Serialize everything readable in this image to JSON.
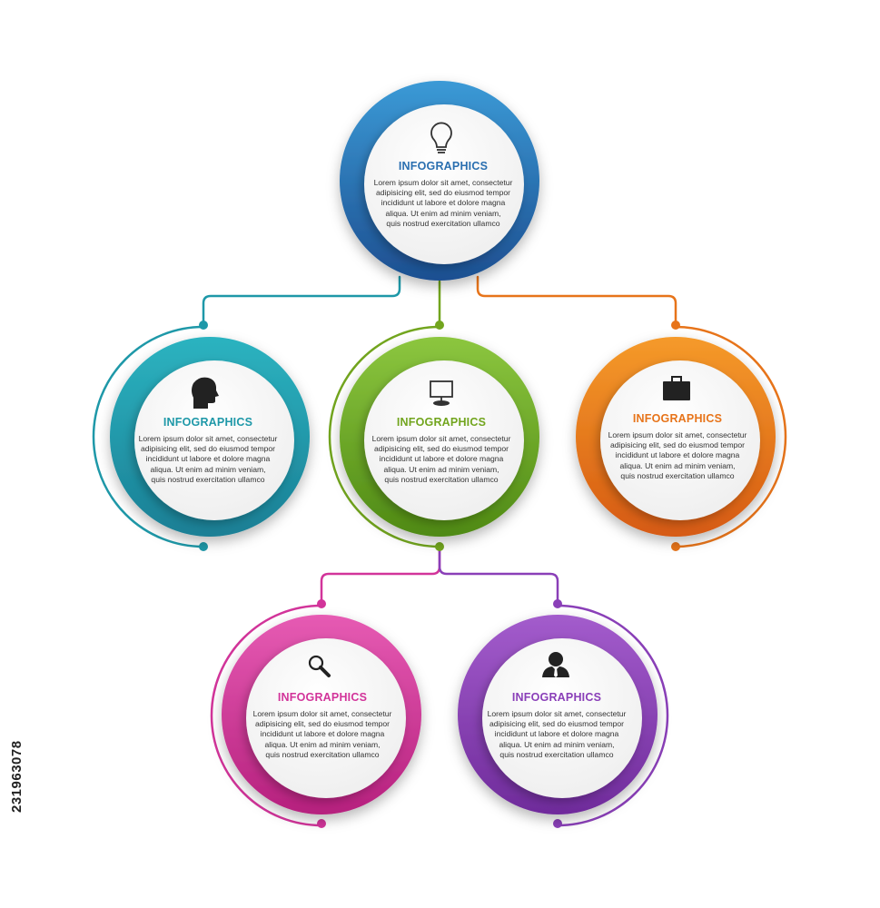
{
  "colors": {
    "blue": "#2a6fb0",
    "teal": "#1e98a8",
    "green": "#72a51e",
    "orange": "#e7741a",
    "pink": "#d2349a",
    "purple": "#8a3fb8"
  },
  "nodes": [
    {
      "id": "top",
      "title": "INFOGRAPHICS",
      "icon": "lightbulb-icon",
      "color": "#2a6fb0",
      "body": [
        "Lorem ipsum dolor sit amet, consectetur",
        "adipisicing elit, sed do eiusmod tempor",
        "incididunt ut labore et dolore magna",
        "aliqua. Ut enim ad minim veniam,",
        "quis nostrud exercitation ullamco"
      ]
    },
    {
      "id": "left",
      "title": "INFOGRAPHICS",
      "icon": "head-profile-icon",
      "color": "#1e98a8",
      "body": [
        "Lorem ipsum dolor sit amet, consectetur",
        "adipisicing elit, sed do eiusmod tempor",
        "incididunt ut labore et dolore magna",
        "aliqua. Ut enim ad minim veniam,",
        "quis nostrud exercitation ullamco"
      ]
    },
    {
      "id": "center",
      "title": "INFOGRAPHICS",
      "icon": "monitor-icon",
      "color": "#72a51e",
      "body": [
        "Lorem ipsum dolor sit amet, consectetur",
        "adipisicing elit, sed do eiusmod tempor",
        "incididunt ut labore et dolore magna",
        "aliqua. Ut enim ad minim veniam,",
        "quis nostrud exercitation ullamco"
      ]
    },
    {
      "id": "right",
      "title": "INFOGRAPHICS",
      "icon": "briefcase-icon",
      "color": "#e7741a",
      "body": [
        "Lorem ipsum dolor sit amet, consectetur",
        "adipisicing elit, sed do eiusmod tempor",
        "incididunt ut labore et dolore magna",
        "aliqua. Ut enim ad minim veniam,",
        "quis nostrud exercitation ullamco"
      ]
    },
    {
      "id": "bottom-left",
      "title": "INFOGRAPHICS",
      "icon": "magnifier-icon",
      "color": "#d2349a",
      "body": [
        "Lorem ipsum dolor sit amet, consectetur",
        "adipisicing elit, sed do eiusmod tempor",
        "incididunt ut labore et dolore magna",
        "aliqua. Ut enim ad minim veniam,",
        "quis nostrud exercitation ullamco"
      ]
    },
    {
      "id": "bottom-right",
      "title": "INFOGRAPHICS",
      "icon": "user-icon",
      "color": "#8a3fb8",
      "body": [
        "Lorem ipsum dolor sit amet, consectetur",
        "adipisicing elit, sed do eiusmod tempor",
        "incididunt ut labore et dolore magna",
        "aliqua. Ut enim ad minim veniam,",
        "quis nostrud exercitation ullamco"
      ]
    }
  ],
  "stock_id": "231963078"
}
